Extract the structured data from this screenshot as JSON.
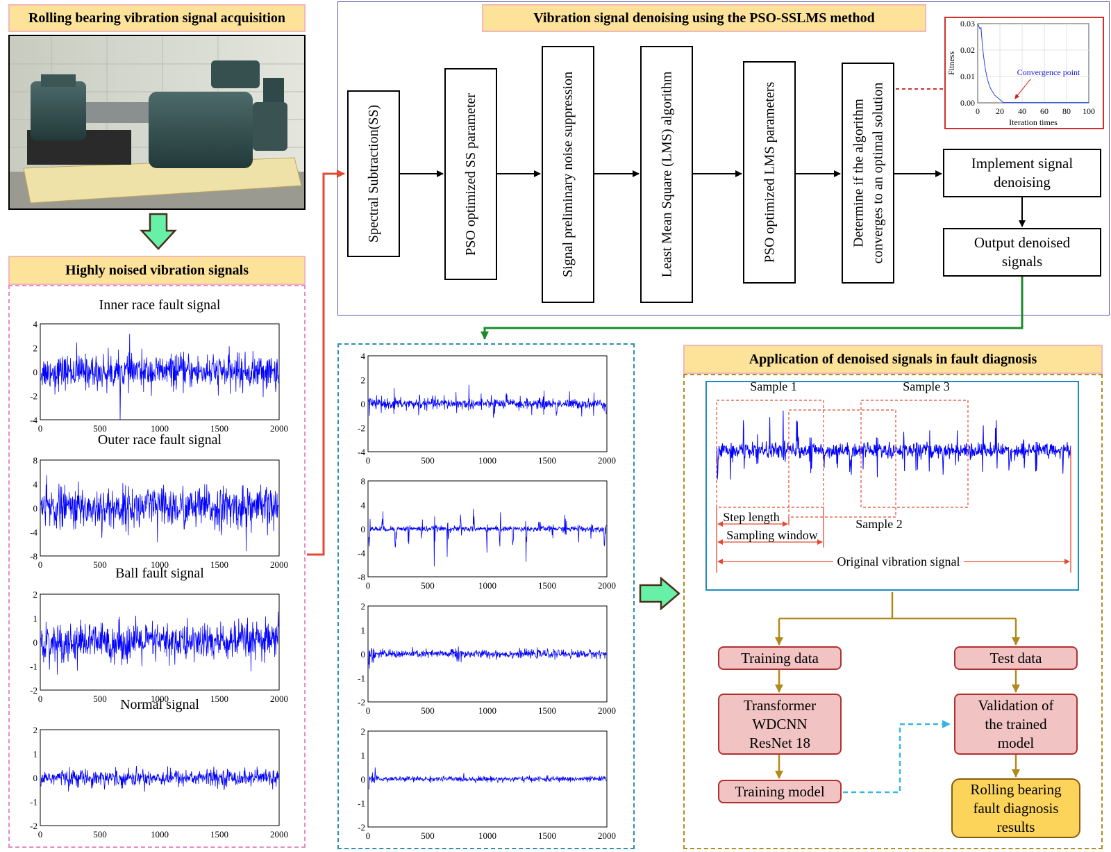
{
  "acquisition": {
    "title": "Rolling bearing vibration signal acquisition"
  },
  "noisy": {
    "title": "Highly noised vibration signals",
    "plots": [
      {
        "title": "Inner race fault signal",
        "yticks": [
          "4",
          "2",
          "0",
          "-2",
          "-4"
        ],
        "xticks": [
          "0",
          "500",
          "1000",
          "1500",
          "2000"
        ]
      },
      {
        "title": "Outer race fault signal",
        "yticks": [
          "8",
          "4",
          "0",
          "-4",
          "-8"
        ],
        "xticks": [
          "0",
          "500",
          "1000",
          "1500",
          "2000"
        ]
      },
      {
        "title": "Ball fault signal",
        "yticks": [
          "2",
          "1",
          "0",
          "-1",
          "-2"
        ],
        "xticks": [
          "0",
          "500",
          "1000",
          "1500",
          "2000"
        ]
      },
      {
        "title": "Normal signal",
        "yticks": [
          "2",
          "1",
          "0",
          "-1",
          "-2"
        ],
        "xticks": [
          "0",
          "500",
          "1000",
          "1500",
          "2000"
        ]
      }
    ]
  },
  "denoising": {
    "title": "Vibration signal denoising using the PSO-SSLMS method",
    "steps": [
      "Spectral Subtraction(SS)",
      "PSO optimized SS parameter",
      "Signal preliminary noise suppression",
      "Least Mean Square (LMS) algorithm",
      "PSO optimized LMS parameters",
      [
        "Determine if the algorithm",
        "converges to an optimal solution"
      ]
    ],
    "implement": [
      "Implement signal",
      "denoising"
    ],
    "output": [
      "Output denoised",
      "signals"
    ],
    "fitness_chart": {
      "ylabel": "Fitness",
      "xlabel": "Iteration times",
      "yticks": [
        "0.03",
        "0.02",
        "0.01",
        "0.00"
      ],
      "xticks": [
        "0",
        "20",
        "40",
        "60",
        "80",
        "100"
      ],
      "annotation": "Convergence point"
    }
  },
  "denoised": {
    "plots": [
      {
        "yticks": [
          "4",
          "2",
          "0",
          "-2",
          "-4"
        ],
        "xticks": [
          "0",
          "500",
          "1000",
          "1500",
          "2000"
        ]
      },
      {
        "yticks": [
          "8",
          "4",
          "0",
          "-4",
          "-8"
        ],
        "xticks": [
          "0",
          "500",
          "1000",
          "1500",
          "2000"
        ]
      },
      {
        "yticks": [
          "2",
          "1",
          "0",
          "-1",
          "-2"
        ],
        "xticks": [
          "0",
          "500",
          "1000",
          "1500",
          "2000"
        ]
      },
      {
        "yticks": [
          "2",
          "1",
          "0",
          "-1",
          "-2"
        ],
        "xticks": [
          "0",
          "500",
          "1000",
          "1500",
          "2000"
        ]
      }
    ]
  },
  "application": {
    "title": "Application of denoised signals in fault diagnosis",
    "sample1": "Sample 1",
    "sample2": "Sample 2",
    "sample3": "Sample 3",
    "step_length": "Step length",
    "sampling_window": "Sampling window",
    "original_signal": "Original vibration signal",
    "training_data": "Training data",
    "test_data": "Test data",
    "models": [
      "Transformer",
      "WDCNN",
      "ResNet 18"
    ],
    "validation": [
      "Validation of",
      "the trained",
      "model"
    ],
    "training_model": "Training model",
    "results": [
      "Rolling bearing",
      "fault diagnosis",
      "results"
    ]
  },
  "colors": {
    "signal": "#0000ff",
    "pink_dash": "#e88ac8",
    "teal_dash": "#2a8fb0",
    "gold_dash": "#b08a1a",
    "red_arrow": "#e24a33",
    "green_arrow": "#1a8a2a"
  }
}
